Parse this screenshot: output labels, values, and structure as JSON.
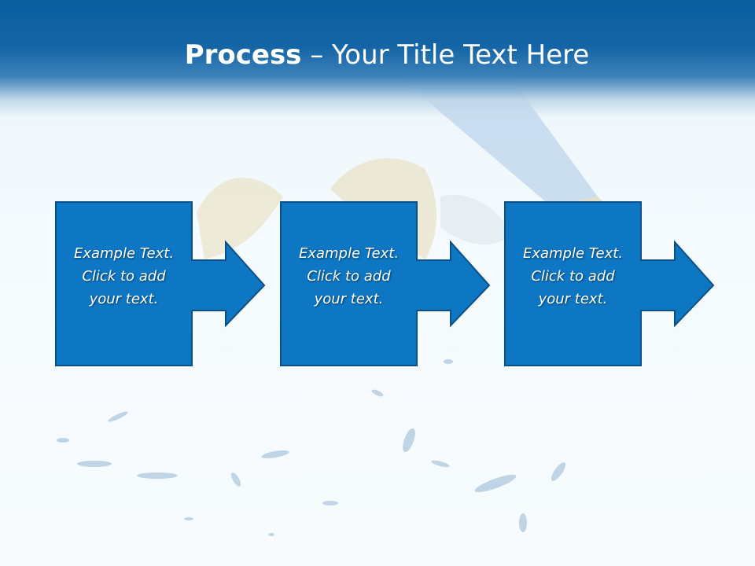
{
  "slide": {
    "title_bold": "Process",
    "title_rest": " – Your Title Text Here"
  },
  "steps": [
    {
      "line1": "Example Text.",
      "line2": "Click  to add",
      "line3": "your text."
    },
    {
      "line1": "Example Text.",
      "line2": "Click  to add",
      "line3": "your text."
    },
    {
      "line1": "Example Text.",
      "line2": "Click  to add",
      "line3": "your text."
    }
  ],
  "colors": {
    "header": "#0a5fa0",
    "box_fill": "#0d77c4",
    "box_stroke": "#0b4f85",
    "text": "#ffffff"
  }
}
